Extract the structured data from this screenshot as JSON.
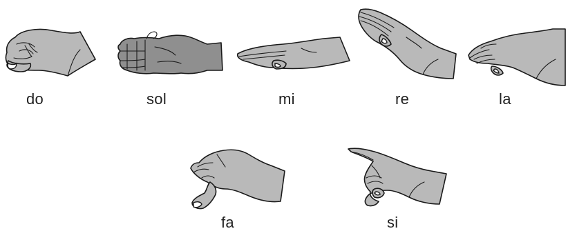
{
  "signs": [
    {
      "label": "do",
      "icon": "hand-fist-icon"
    },
    {
      "label": "sol",
      "icon": "hand-flat-palm-icon"
    },
    {
      "label": "mi",
      "icon": "hand-flat-level-icon"
    },
    {
      "label": "re",
      "icon": "hand-slanted-up-icon"
    },
    {
      "label": "la",
      "icon": "hand-drooping-icon"
    },
    {
      "label": "fa",
      "icon": "hand-thumb-down-icon"
    },
    {
      "label": "si",
      "icon": "hand-pointing-icon"
    }
  ]
}
